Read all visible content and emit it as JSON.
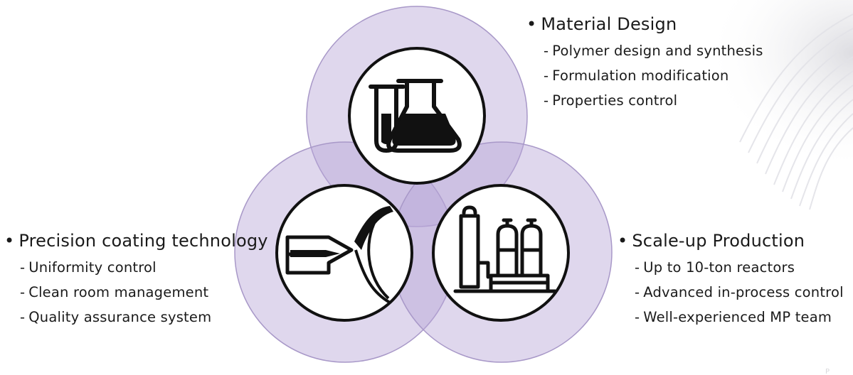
{
  "diagram": {
    "colors": {
      "circle_fill": "#b7a6d8",
      "circle_stroke": "#a898c8",
      "icon_ring": "#111111",
      "icon_fill": "#ffffff",
      "text": "#1a1a1a"
    },
    "sections": [
      {
        "id": "material",
        "icon": "lab-flask-icon",
        "bullet": "•",
        "title": "Material Design",
        "items": [
          "Polymer design and synthesis",
          "Formulation modification",
          "Properties control"
        ]
      },
      {
        "id": "coating",
        "icon": "coating-blade-icon",
        "bullet": "•",
        "title": "Precision coating technology",
        "items": [
          "Uniformity control",
          "Clean room management",
          "Quality assurance system"
        ]
      },
      {
        "id": "scaleup",
        "icon": "reactor-plant-icon",
        "bullet": "•",
        "title": "Scale-up Production",
        "items": [
          "Up to 10-ton reactors",
          "Advanced in-process control",
          "Well-experienced MP team"
        ]
      }
    ],
    "item_dash": "-"
  }
}
